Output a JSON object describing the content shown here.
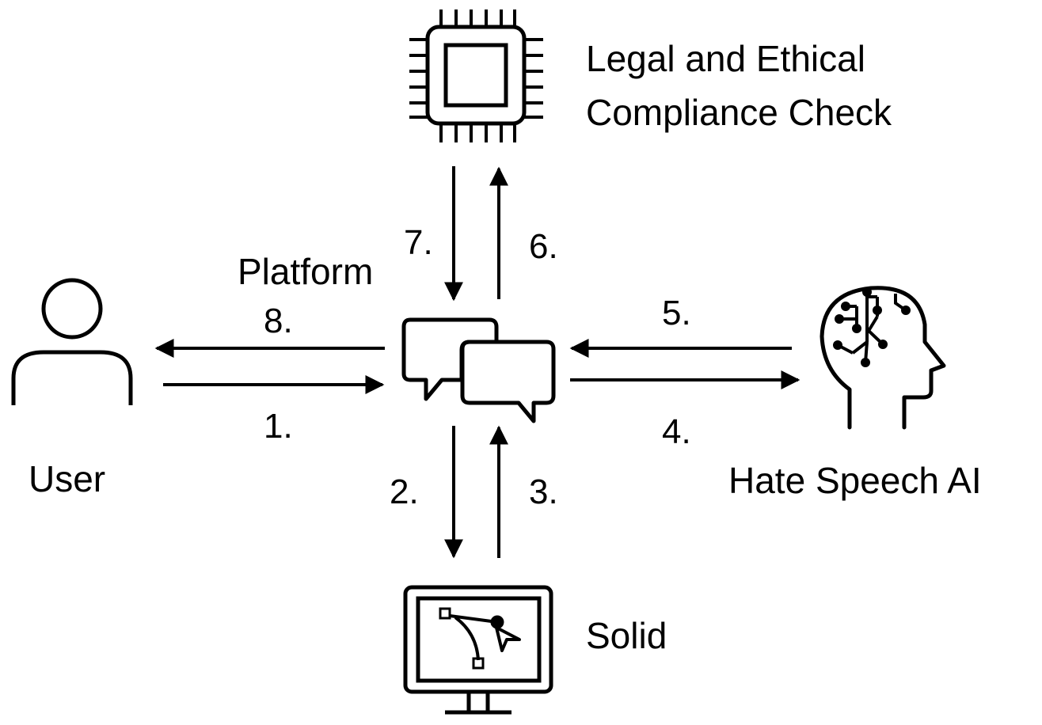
{
  "nodes": {
    "compliance": {
      "line1": "Legal and Ethical",
      "line2": "Compliance Check",
      "icon": "cpu-chip-icon"
    },
    "platform": {
      "label": "Platform",
      "icon": "chat-bubbles-icon"
    },
    "user": {
      "label": "User",
      "icon": "user-icon"
    },
    "ai": {
      "label": "Hate Speech AI",
      "icon": "ai-brain-head-icon"
    },
    "solid": {
      "label": "Solid",
      "icon": "monitor-vector-icon"
    }
  },
  "steps": [
    "1.",
    "2.",
    "3.",
    "4.",
    "5.",
    "6.",
    "7.",
    "8."
  ],
  "colors": {
    "stroke": "#000000",
    "background": "#ffffff"
  }
}
